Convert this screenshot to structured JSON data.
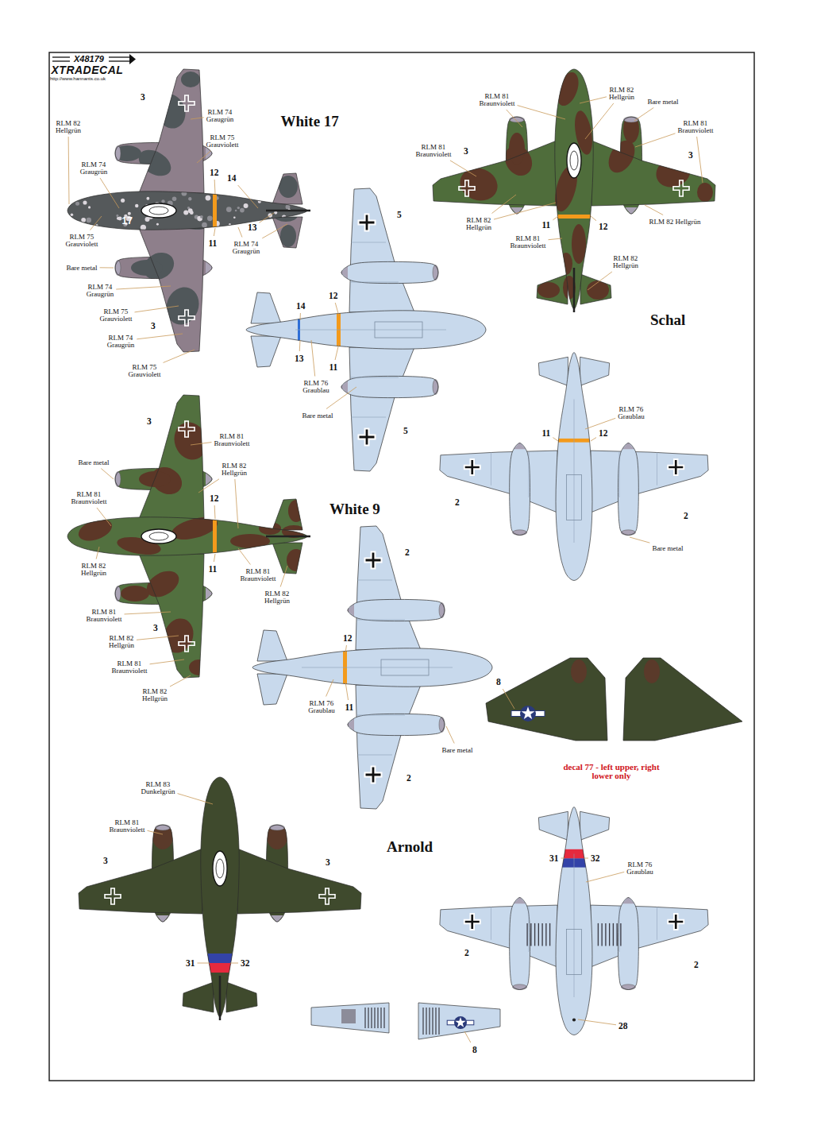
{
  "diagram": {
    "labels": [
      "X48179",
      "XTRADECAL",
      "http://www.hannants.co.uk",
      "3",
      "RLM 82 Hellgrün",
      "RLM 74 Graugrün",
      "White 17",
      "RLM 75 Grauviolett",
      "RLM 74 Graugrün",
      "12",
      "14",
      "17",
      "13",
      "RLM 75 Grauviolett",
      "11",
      "RLM 74 Graugrün",
      "Bare metal",
      "RLM 74 Graugrün",
      "RLM 75 Grauviolett",
      "3",
      "RLM 74 Graugrün",
      "RLM 75 Grauviolett",
      "5",
      "14",
      "12",
      "13",
      "11",
      "RLM 76 Graublau",
      "Bare metal",
      "5",
      "RLM 82 Hellgrün",
      "Bare metal",
      "RLM 81 Braunviolett",
      "RLM 81 Braunviolett",
      "RLM 81 Braunviolett",
      "3",
      "3",
      "RLM 82 Hellgrün",
      "11",
      "12",
      "RLM 82 Hellgrün",
      "RLM 81 Braunviolett",
      "RLM 82 Hellgrün",
      "Schal",
      "RLM 76 Graublau",
      "11",
      "12",
      "2",
      "2",
      "Bare metal",
      "3",
      "RLM 81 Braunviolett",
      "Bare metal",
      "RLM 82 Hellgrün",
      "RLM 81 Braunviolett",
      "12",
      "White 9",
      "RLM 82 Hellgrün",
      "11",
      "RLM 81 Braunviolett",
      "RLM 82 Hellgrün",
      "RLM 81 Braunviolett",
      "RLM 82 Hellgrün",
      "3",
      "RLM 81 Braunviolett",
      "RLM 82 Hellgrün",
      "2",
      "12",
      "RLM 76 Graublau",
      "11",
      "2",
      "Bare metal",
      "8",
      "decal 77 - left upper, right lower only",
      "RLM 83 Dunkelgrün",
      "RLM 81 Braunviolett",
      "3",
      "3",
      "Arnold",
      "31",
      "32",
      "31",
      "32",
      "RLM 76 Graublau",
      "2",
      "2",
      "28",
      "8"
    ]
  }
}
